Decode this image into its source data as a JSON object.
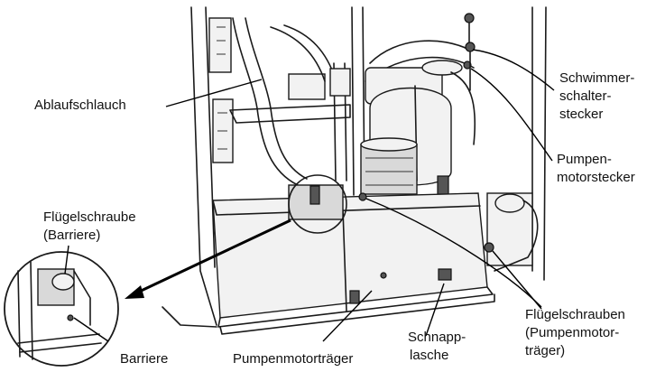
{
  "labels": {
    "ablaufschlauch": "Ablaufschlauch",
    "schwimmer_1": "Schwimmer-",
    "schwimmer_2": "schalter-",
    "schwimmer_3": "stecker",
    "pumpen_1": "Pumpen-",
    "pumpen_2": "motorstecker",
    "fluegel_barriere_1": "Flügelschraube",
    "fluegel_barriere_2": "(Barriere)",
    "barriere": "Barriere",
    "pumpenmotortraeger": "Pumpenmotorträger",
    "schnapp_1": "Schnapp-",
    "schnapp_2": "lasche",
    "fluegel_pm_1": "Flügelschrauben",
    "fluegel_pm_2": "(Pumpenmotor-",
    "fluegel_pm_3": "träger)"
  }
}
